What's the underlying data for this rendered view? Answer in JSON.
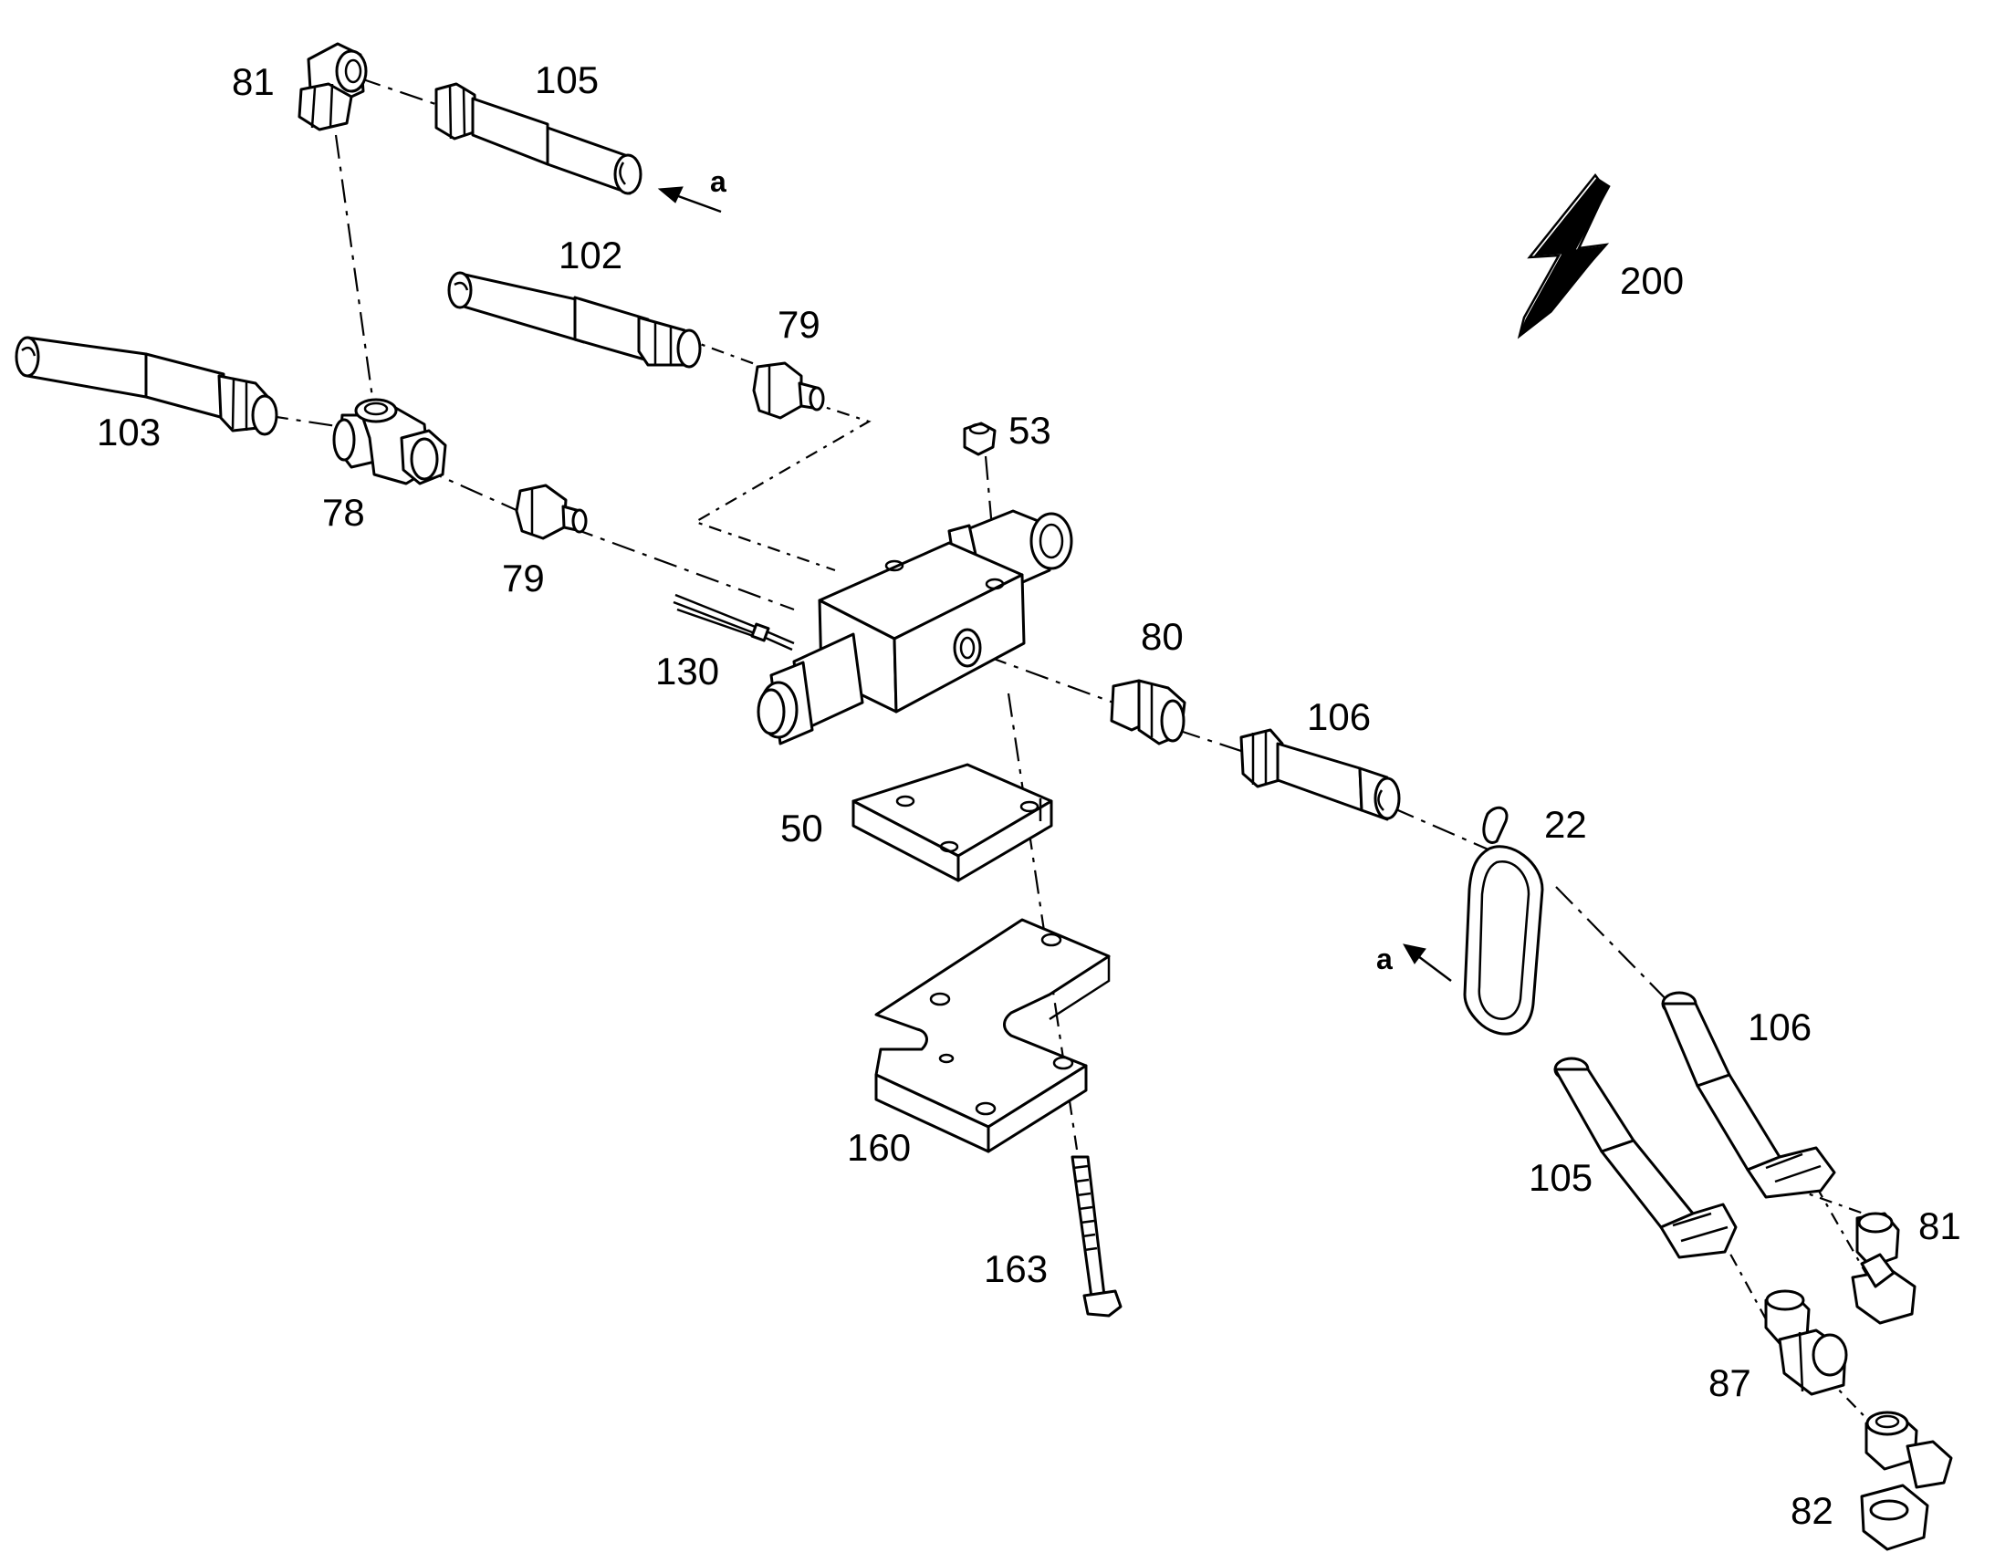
{
  "diagram": {
    "labels": {
      "p81a": "81",
      "p105a": "105",
      "pa1": "a",
      "p102": "102",
      "p79a": "79",
      "p200": "200",
      "p103": "103",
      "p53": "53",
      "p78": "78",
      "p79b": "79",
      "p80": "80",
      "p130": "130",
      "p106a": "106",
      "p22": "22",
      "p50": "50",
      "pa2": "a",
      "p106b": "106",
      "p160": "160",
      "p105b": "105",
      "p81b": "81",
      "p163": "163",
      "p87": "87",
      "p82": "82"
    }
  },
  "colors": {
    "line": "#000000",
    "background": "#ffffff"
  }
}
